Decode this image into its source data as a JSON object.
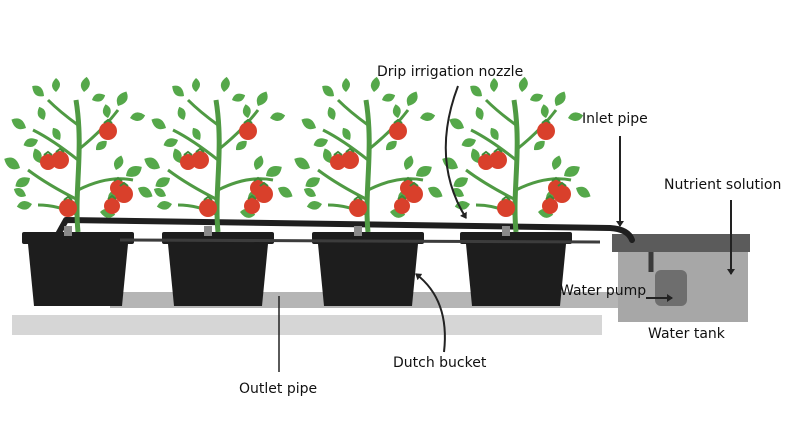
{
  "labels": {
    "drip_nozzle": "Drip irrigation nozzle",
    "inlet_pipe": "Inlet pipe",
    "nutrient_solution": "Nutrient solution",
    "water_pump": "Water pump",
    "water_tank": "Water tank",
    "dutch_bucket": "Dutch bucket",
    "outlet_pipe": "Outlet pipe"
  },
  "colors": {
    "bucket": "#1d1d1d",
    "leaf": "#55a84a",
    "leaf_dark": "#3f8a38",
    "stem": "#4f9a43",
    "tomato": "#d9402b",
    "pipe": "#1f1f1f",
    "shelf": "#cfcfcf",
    "shelf_shadow": "#9c9c9c",
    "tank": "#a9a9a9",
    "tank_lid": "#5a5a5a"
  }
}
